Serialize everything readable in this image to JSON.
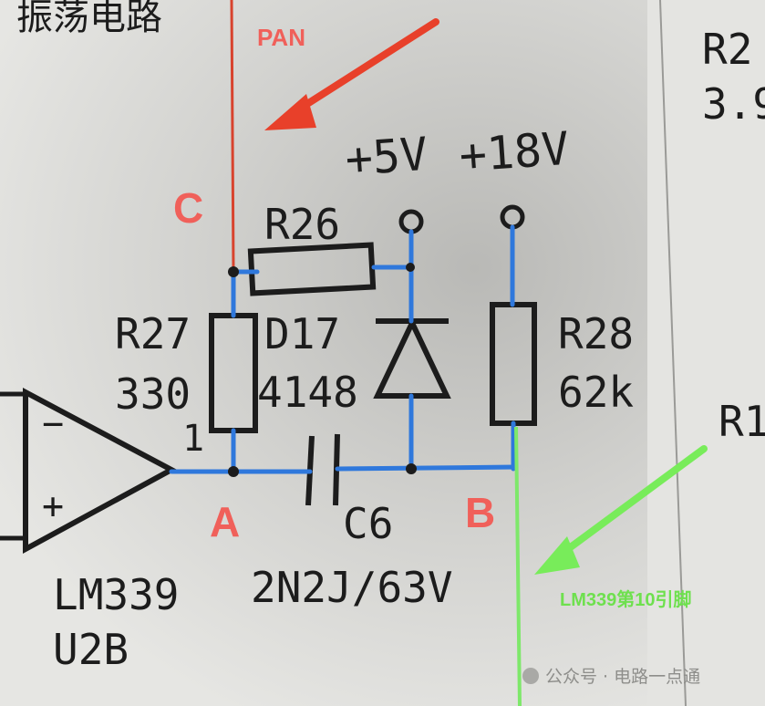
{
  "printed": {
    "top_left_fragment": "振荡电路",
    "top_right_part": "R2",
    "top_right_value": "3.9",
    "supply_5v": "+5V",
    "supply_18v": "+18V",
    "r26": "R26",
    "r27": "R27",
    "r27_value": "330",
    "d17": "D17",
    "d17_value": "4148",
    "r28": "R28",
    "r28_value": "62k",
    "right_edge_part": "R1",
    "pin_number": "1",
    "minus_sign": "−",
    "plus_sign": "+",
    "c6": "C6",
    "c6_value": "2N2J/63V",
    "opamp_name": "LM339",
    "opamp_ref": "U2B"
  },
  "annotations": {
    "pan_label": "PAN",
    "point_c": "C",
    "point_a": "A",
    "point_b": "B",
    "green_label": "LM339第10引脚",
    "watermark": "公众号 · 电路一点通"
  },
  "colors": {
    "paper": "#dddddb",
    "ink": "#1c1c1c",
    "red_line": "#d8432e",
    "blue_wire": "#2f78dc",
    "green_line": "#7ee86a",
    "label_red": "#f0605a",
    "arrow_red": "#e8402a",
    "arrow_green": "#78ec5a"
  }
}
